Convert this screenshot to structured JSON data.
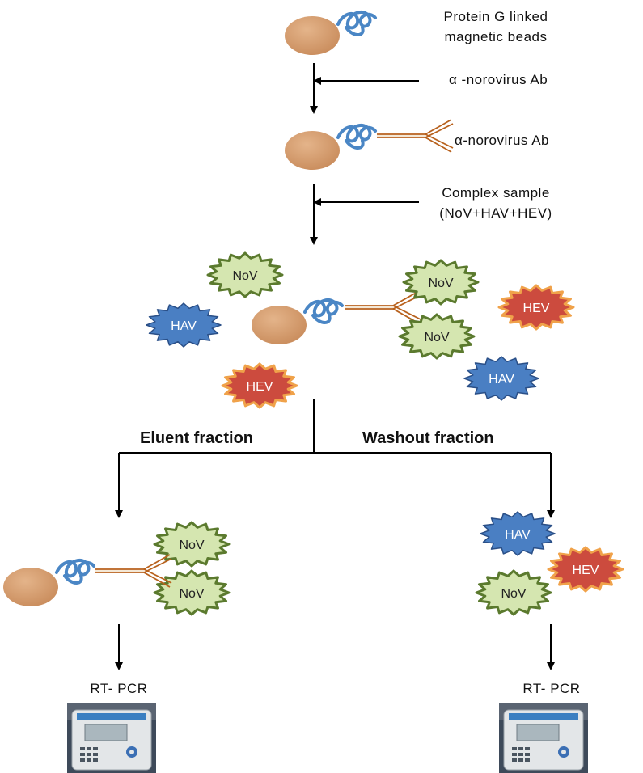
{
  "labels": {
    "protein_g_line1": "Protein G linked",
    "protein_g_line2": "magnetic beads",
    "ab_added": "α -norovirus Ab",
    "ab_bound": "α-norovirus Ab",
    "sample_line1": "Complex sample",
    "sample_line2": "(NoV+HAV+HEV)",
    "eluent": "Eluent fraction",
    "washout": "Washout fraction",
    "rtpcr_left": "RT- PCR",
    "rtpcr_right": "RT- PCR"
  },
  "viruses": {
    "nov": "NoV",
    "hav": "HAV",
    "hev": "HEV"
  },
  "colors": {
    "bead": "#d39a6c",
    "protein_g": "#4a86c5",
    "antibody": "#b8611d",
    "nov_fill": "#d5e6b0",
    "nov_stroke": "#5b7a2e",
    "hav_fill": "#4a7fc3",
    "hav_stroke": "#2a4f87",
    "hev_fill": "#cc4b3e",
    "hev_stroke": "#f0a24a"
  }
}
